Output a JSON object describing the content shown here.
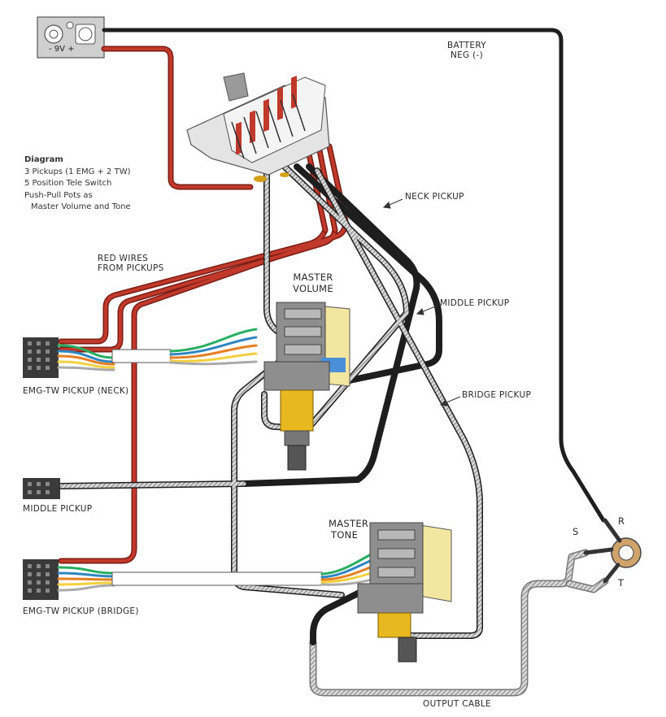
{
  "info": {
    "title": "Diagram",
    "lines": [
      "3 Pickups (1 EMG + 2 TW)",
      "5 Position Tele Switch",
      "Push-Pull Pots as",
      "Master Volume and Tone"
    ]
  },
  "labels": {
    "battery_1": "BATTERY",
    "battery_2": "NEG (-)",
    "battery_voltage": "- 9V +",
    "neck_pickup": "NECK PICKUP",
    "middle_pickup_wire": "MIDDLE PICKUP",
    "bridge_pickup_wire": "BRIDGE PICKUP",
    "red_wires_1": "RED WIRES",
    "red_wires_2": "FROM PICKUPS",
    "master_volume_1": "MASTER",
    "master_volume_2": "VOLUME",
    "master_tone_1": "MASTER",
    "master_tone_2": "TONE",
    "emg_tw_neck": "EMG-TW PICKUP (NECK)",
    "middle_pickup": "MIDDLE PICKUP",
    "emg_tw_bridge": "EMG-TW PICKUP (BRIDGE)",
    "output_cable": "OUTPUT CABLE",
    "jack_s": "S",
    "jack_r": "R",
    "jack_t": "T"
  },
  "colors": {
    "red_wire": "#c0392b",
    "black_wire": "#1e1e1e",
    "shield": "#9a9a9a",
    "pot_brass": "#e8b820",
    "pot_gray": "#8e8e8e",
    "board_yellow": "#f3e6a0",
    "connector": "#3a3a3a"
  }
}
